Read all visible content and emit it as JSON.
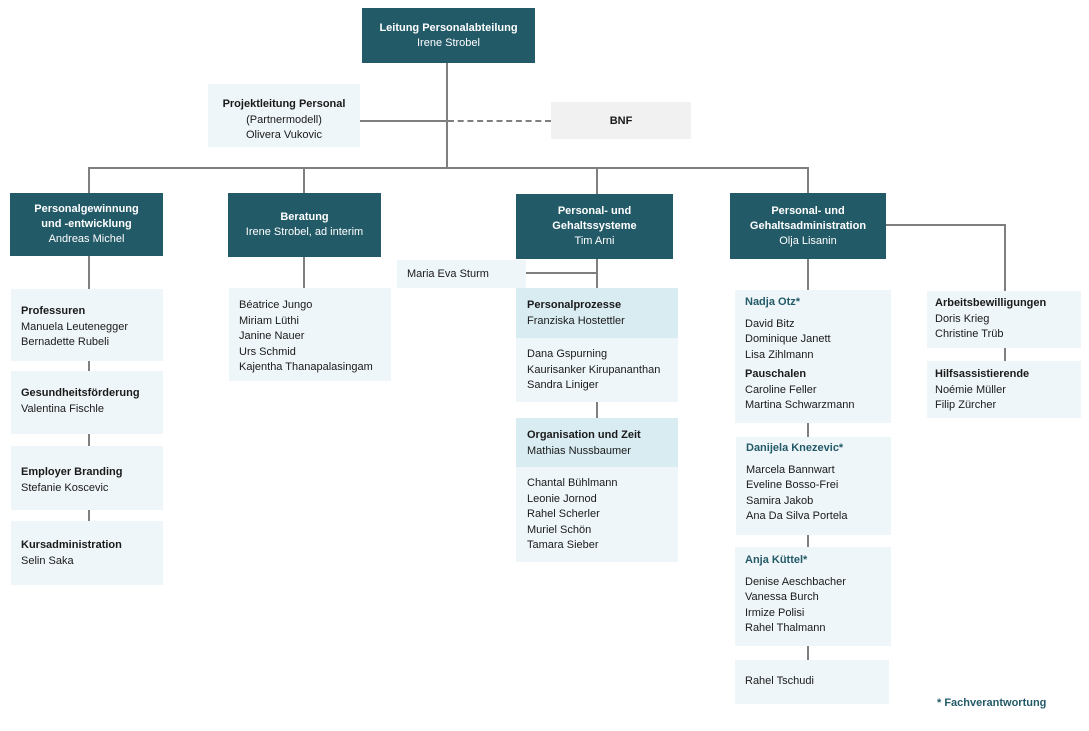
{
  "top": {
    "title": "Leitung Personalabteilung",
    "name": "Irene Strobel"
  },
  "project": {
    "title": "Projektleitung Personal",
    "subtitle": "(Partnermodell)",
    "name": "Olivera Vukovic"
  },
  "bnf": {
    "label": "BNF"
  },
  "departments": [
    {
      "title1": "Personalgewinnung",
      "title2": "und -entwicklung",
      "name": "Andreas Michel"
    },
    {
      "title1": "Beratung",
      "name": "Irene Strobel, ad interim"
    },
    {
      "title1": "Personal- und",
      "title2": "Gehaltssysteme",
      "name": "Tim Arni"
    },
    {
      "title1": "Personal- und",
      "title2": "Gehaltsadministration",
      "name": "Olja Lisanin"
    }
  ],
  "recruiting": [
    {
      "title": "Professuren",
      "members": [
        "Manuela Leutenegger",
        "Bernadette Rubeli"
      ]
    },
    {
      "title": "Gesundheitsförderung",
      "members": [
        "Valentina Fischle"
      ]
    },
    {
      "title": "Employer Branding",
      "members": [
        "Stefanie Koscevic"
      ]
    },
    {
      "title": "Kursadministration",
      "members": [
        "Selin Saka"
      ]
    }
  ],
  "beratung": {
    "members": [
      "Béatrice Jungo",
      "Miriam Lüthi",
      "Janine Nauer",
      "Urs Schmid",
      "Kajentha Thanapalasingam"
    ]
  },
  "systems": {
    "staff": "Maria Eva Sturm",
    "teams": [
      {
        "title": "Personalprozesse",
        "lead": "Franziska Hostettler",
        "members": [
          "Dana Gspurning",
          "Kaurisanker Kirupananthan",
          "Sandra Liniger"
        ]
      },
      {
        "title": "Organisation und Zeit",
        "lead": "Mathias Nussbaumer",
        "members": [
          "Chantal Bühlmann",
          "Leonie Jornod",
          "Rahel Scherler",
          "Muriel Schön",
          "Tamara Sieber"
        ]
      }
    ]
  },
  "admin": {
    "groups": [
      {
        "lead": "Nadja Otz*",
        "members": [
          "David Bitz",
          "Dominique Janett",
          "Lisa Zihlmann"
        ],
        "sub_title": "Pauschalen",
        "sub_members": [
          "Caroline Feller",
          "Martina Schwarzmann"
        ]
      },
      {
        "lead": "Danijela Knezevic*",
        "members": [
          "Marcela Bannwart",
          "Eveline Bosso-Frei",
          "Samira Jakob",
          "Ana Da Silva Portela"
        ]
      },
      {
        "lead": "Anja Küttel*",
        "members": [
          "Denise Aeschbacher",
          "Vanessa Burch",
          "Irmize Polisi",
          "Rahel Thalmann"
        ]
      }
    ],
    "single": "Rahel Tschudi",
    "side": [
      {
        "title": "Arbeitsbewilligungen",
        "members": [
          "Doris Krieg",
          "Christine Trüb"
        ]
      },
      {
        "title": "Hilfsassistierende",
        "members": [
          "Noémie Müller",
          "Filip Zürcher"
        ]
      }
    ]
  },
  "footnote": "* Fachverantwortung",
  "colors": {
    "dark": "#235a68",
    "light": "#eff6f9",
    "header": "#d8ecf2",
    "bnf": "#f1f1f1",
    "line": "#7f7f7f"
  }
}
